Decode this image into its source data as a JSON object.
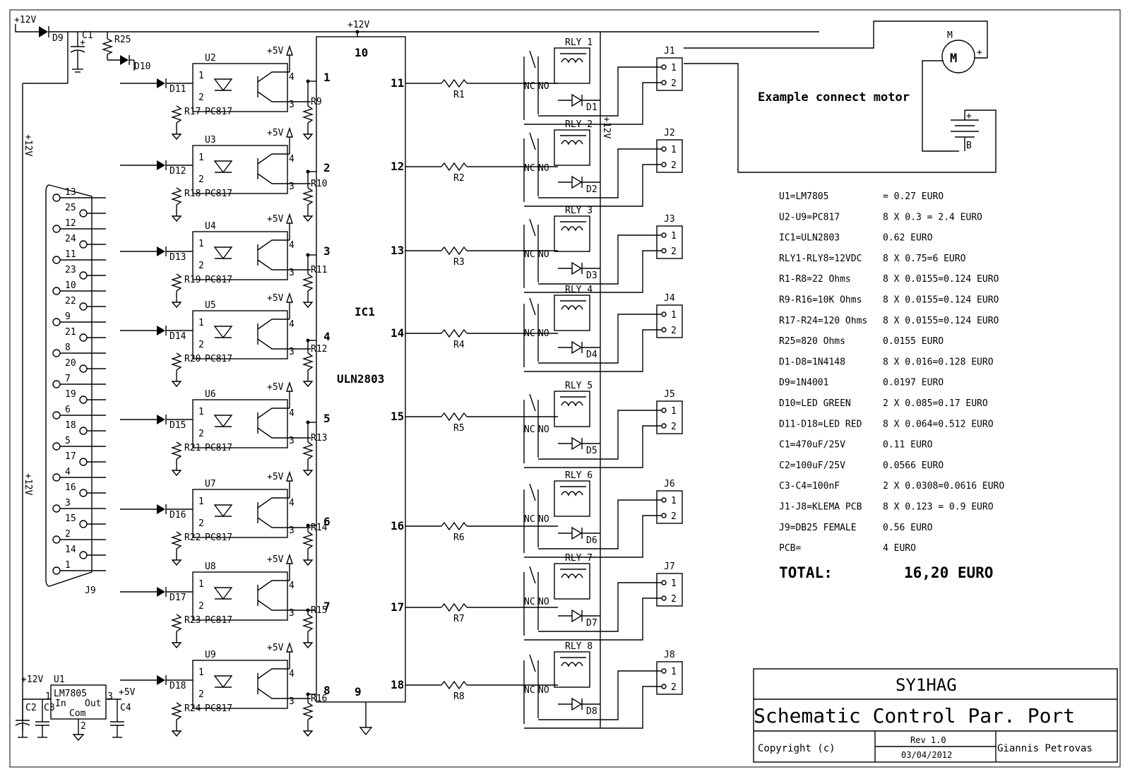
{
  "supply": {
    "plus12_top": "+12V",
    "plus12_bus": "+12V",
    "plus12_left": "+12V",
    "plus12_left2": "+12V",
    "plus12_reg": "+12V",
    "plus5": "+5V",
    "plus12_vert": "+12V"
  },
  "parts": {
    "d9": "D9",
    "c1": "C1",
    "c1_plus": "+",
    "r25": "R25",
    "d10": "D10",
    "ic1": "IC1",
    "ic1_type": "ULN2803",
    "ic_top_pin": "10",
    "ic_bottom_pin": "9",
    "j9": "J9",
    "u1": "U1",
    "u1_type": "LM7805",
    "u1_in": "In",
    "u1_out": "Out",
    "u1_com": "Com",
    "u1_pin1": "1",
    "u1_pin2": "2",
    "u1_pin3": "3",
    "c2": "C2",
    "c3": "C3",
    "c4": "C4",
    "motor": "M",
    "motor_label": "M",
    "motor_plus": "+",
    "battery": "B",
    "battery_plus": "+",
    "example_text": "Example connect motor",
    "relay_nc": "NC",
    "relay_no": "NO",
    "opto_type": "PC817",
    "opto_pin1": "1",
    "opto_pin2": "2",
    "opto_pin3": "3",
    "opto_pin4": "4",
    "jack_pin1": "1",
    "jack_pin2": "2"
  },
  "channels": [
    {
      "opto": "U2",
      "led": "D11",
      "rled": "R17",
      "rpull": "R9",
      "in_pin": "1",
      "out_pin": "11",
      "r": "R1",
      "relay": "RLY 1",
      "diode": "D1",
      "jack": "J1"
    },
    {
      "opto": "U3",
      "led": "D12",
      "rled": "R18",
      "rpull": "R10",
      "in_pin": "2",
      "out_pin": "12",
      "r": "R2",
      "relay": "RLY 2",
      "diode": "D2",
      "jack": "J2"
    },
    {
      "opto": "U4",
      "led": "D13",
      "rled": "R19",
      "rpull": "R11",
      "in_pin": "3",
      "out_pin": "13",
      "r": "R3",
      "relay": "RLY 3",
      "diode": "D3",
      "jack": "J3"
    },
    {
      "opto": "U5",
      "led": "D14",
      "rled": "R20",
      "rpull": "R12",
      "in_pin": "4",
      "out_pin": "14",
      "r": "R4",
      "relay": "RLY 4",
      "diode": "D4",
      "jack": "J4"
    },
    {
      "opto": "U6",
      "led": "D15",
      "rled": "R21",
      "rpull": "R13",
      "in_pin": "5",
      "out_pin": "15",
      "r": "R5",
      "relay": "RLY 5",
      "diode": "D5",
      "jack": "J5"
    },
    {
      "opto": "U7",
      "led": "D16",
      "rled": "R22",
      "rpull": "R14",
      "in_pin": "6",
      "out_pin": "16",
      "r": "R6",
      "relay": "RLY 6",
      "diode": "D6",
      "jack": "J6"
    },
    {
      "opto": "U8",
      "led": "D17",
      "rled": "R23",
      "rpull": "R15",
      "in_pin": "7",
      "out_pin": "17",
      "r": "R7",
      "relay": "RLY 7",
      "diode": "D7",
      "jack": "J7"
    },
    {
      "opto": "U9",
      "led": "D18",
      "rled": "R24",
      "rpull": "R16",
      "in_pin": "8",
      "out_pin": "18",
      "r": "R8",
      "relay": "RLY 8",
      "diode": "D8",
      "jack": "J8"
    }
  ],
  "db25_pins": [
    "13",
    "25",
    "12",
    "24",
    "11",
    "23",
    "10",
    "22",
    "9",
    "21",
    "8",
    "20",
    "7",
    "19",
    "6",
    "18",
    "5",
    "17",
    "4",
    "16",
    "3",
    "15",
    "2",
    "14",
    "1"
  ],
  "bom": [
    {
      "name": "U1=LM7805",
      "cost": "= 0.27 EURO"
    },
    {
      "name": "U2-U9=PC817",
      "cost": "8 X 0.3 = 2.4 EURO"
    },
    {
      "name": "IC1=ULN2803",
      "cost": "0.62 EURO"
    },
    {
      "name": "RLY1-RLY8=12VDC",
      "cost": "8 X 0.75=6 EURO"
    },
    {
      "name": "R1-R8=22 Ohms",
      "cost": "8 X 0.0155=0.124 EURO"
    },
    {
      "name": "R9-R16=10K Ohms",
      "cost": "8 X 0.0155=0.124 EURO"
    },
    {
      "name": "R17-R24=120 Ohms",
      "cost": "8 X 0.0155=0.124 EURO"
    },
    {
      "name": "R25=820 Ohms",
      "cost": "0.0155 EURO"
    },
    {
      "name": "D1-D8=1N4148",
      "cost": "8 X 0.016=0.128 EURO"
    },
    {
      "name": "D9=1N4001",
      "cost": "0.0197  EURO"
    },
    {
      "name": "D10=LED GREEN",
      "cost": "2 X 0.085=0.17 EURO"
    },
    {
      "name": "D11-D18=LED RED",
      "cost": "8 X 0.064=0.512 EURO"
    },
    {
      "name": "C1=470uF/25V",
      "cost": "0.11 EURO"
    },
    {
      "name": "C2=100uF/25V",
      "cost": "0.0566 EURO"
    },
    {
      "name": "C3-C4=100nF",
      "cost": "2 X 0.0308=0.0616 EURO"
    },
    {
      "name": "J1-J8=KLEMA  PCB",
      "cost": "8 X 0.123 = 0.9 EURO"
    },
    {
      "name": "J9=DB25 FEMALE",
      "cost": "0.56 EURO"
    },
    {
      "name": "PCB=",
      "cost": "4 EURO"
    }
  ],
  "total": {
    "label": "TOTAL:",
    "value": "16,20 EURO"
  },
  "title_block": {
    "callsign": "SY1HAG",
    "title": "Schematic Control Par. Port",
    "copyright": "Copyright (c)",
    "rev": "Rev 1.0",
    "date": "03/04/2012",
    "author": "Giannis Petrovas"
  }
}
